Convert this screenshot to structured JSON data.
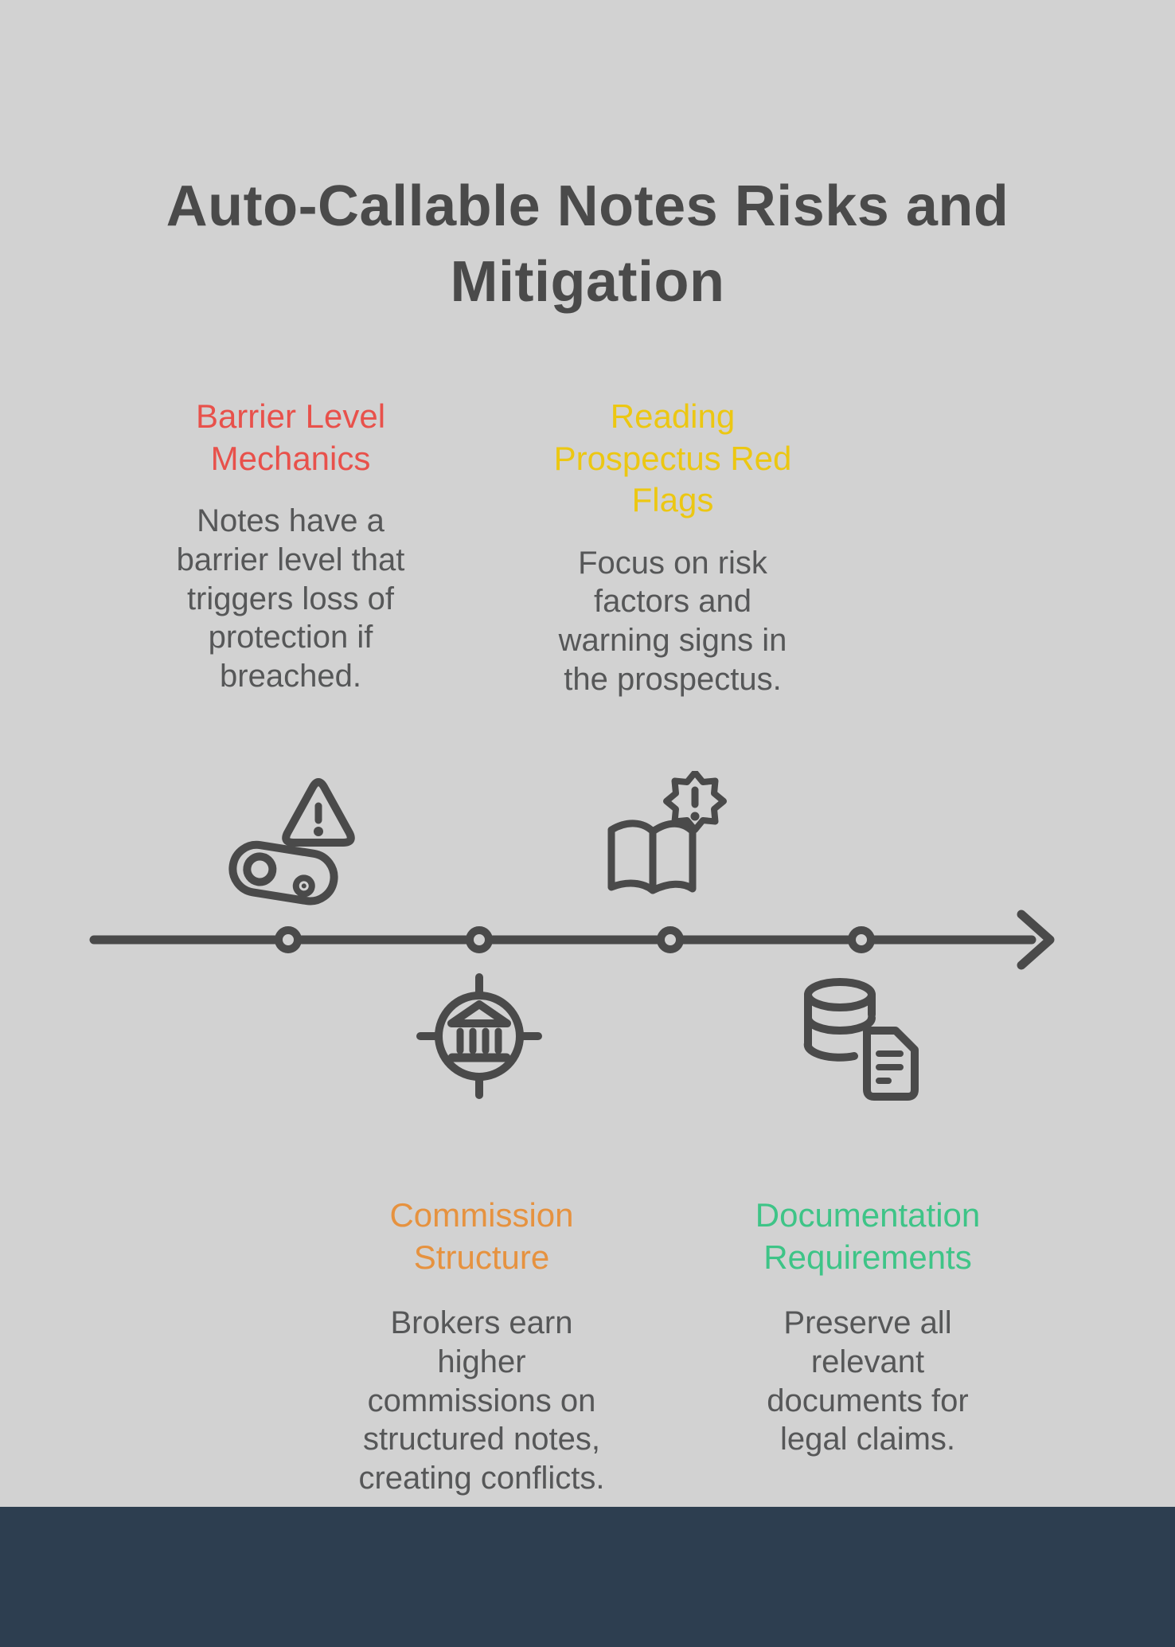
{
  "theme": {
    "ink": "#4a4a4a",
    "bg": "#d2d2d2",
    "footer": "#2d3e50",
    "body_text": "#565758"
  },
  "page": {
    "title": "Auto-Callable Notes Risks and\nMitigation"
  },
  "sections": [
    {
      "id": "barrier-level-mechanics",
      "title": "Barrier Level\nMechanics",
      "color": "#e8514b",
      "body": "Notes have a\nbarrier level that\ntriggers loss of\nprotection if\nbreached.",
      "icon": "warning-mechanism-icon",
      "position": "above-line"
    },
    {
      "id": "reading-prospectus-red-flags",
      "title": "Reading\nProspectus Red\nFlags",
      "color": "#ecc712",
      "body": "Focus on risk\nfactors and\nwarning signs in\nthe prospectus.",
      "icon": "book-alert-icon",
      "position": "above-line"
    },
    {
      "id": "commission-structure",
      "title": "Commission\nStructure",
      "color": "#e6923f",
      "body": "Brokers earn\nhigher\ncommissions on\nstructured notes,\ncreating conflicts.",
      "icon": "target-institution-icon",
      "position": "below-line"
    },
    {
      "id": "documentation-requirements",
      "title": "Documentation\nRequirements",
      "color": "#3ec487",
      "body": "Preserve all\nrelevant\ndocuments for\nlegal claims.",
      "icon": "database-document-icon",
      "position": "below-line"
    }
  ],
  "timeline": {
    "node_count": 4,
    "direction": "left-to-right-arrow"
  }
}
